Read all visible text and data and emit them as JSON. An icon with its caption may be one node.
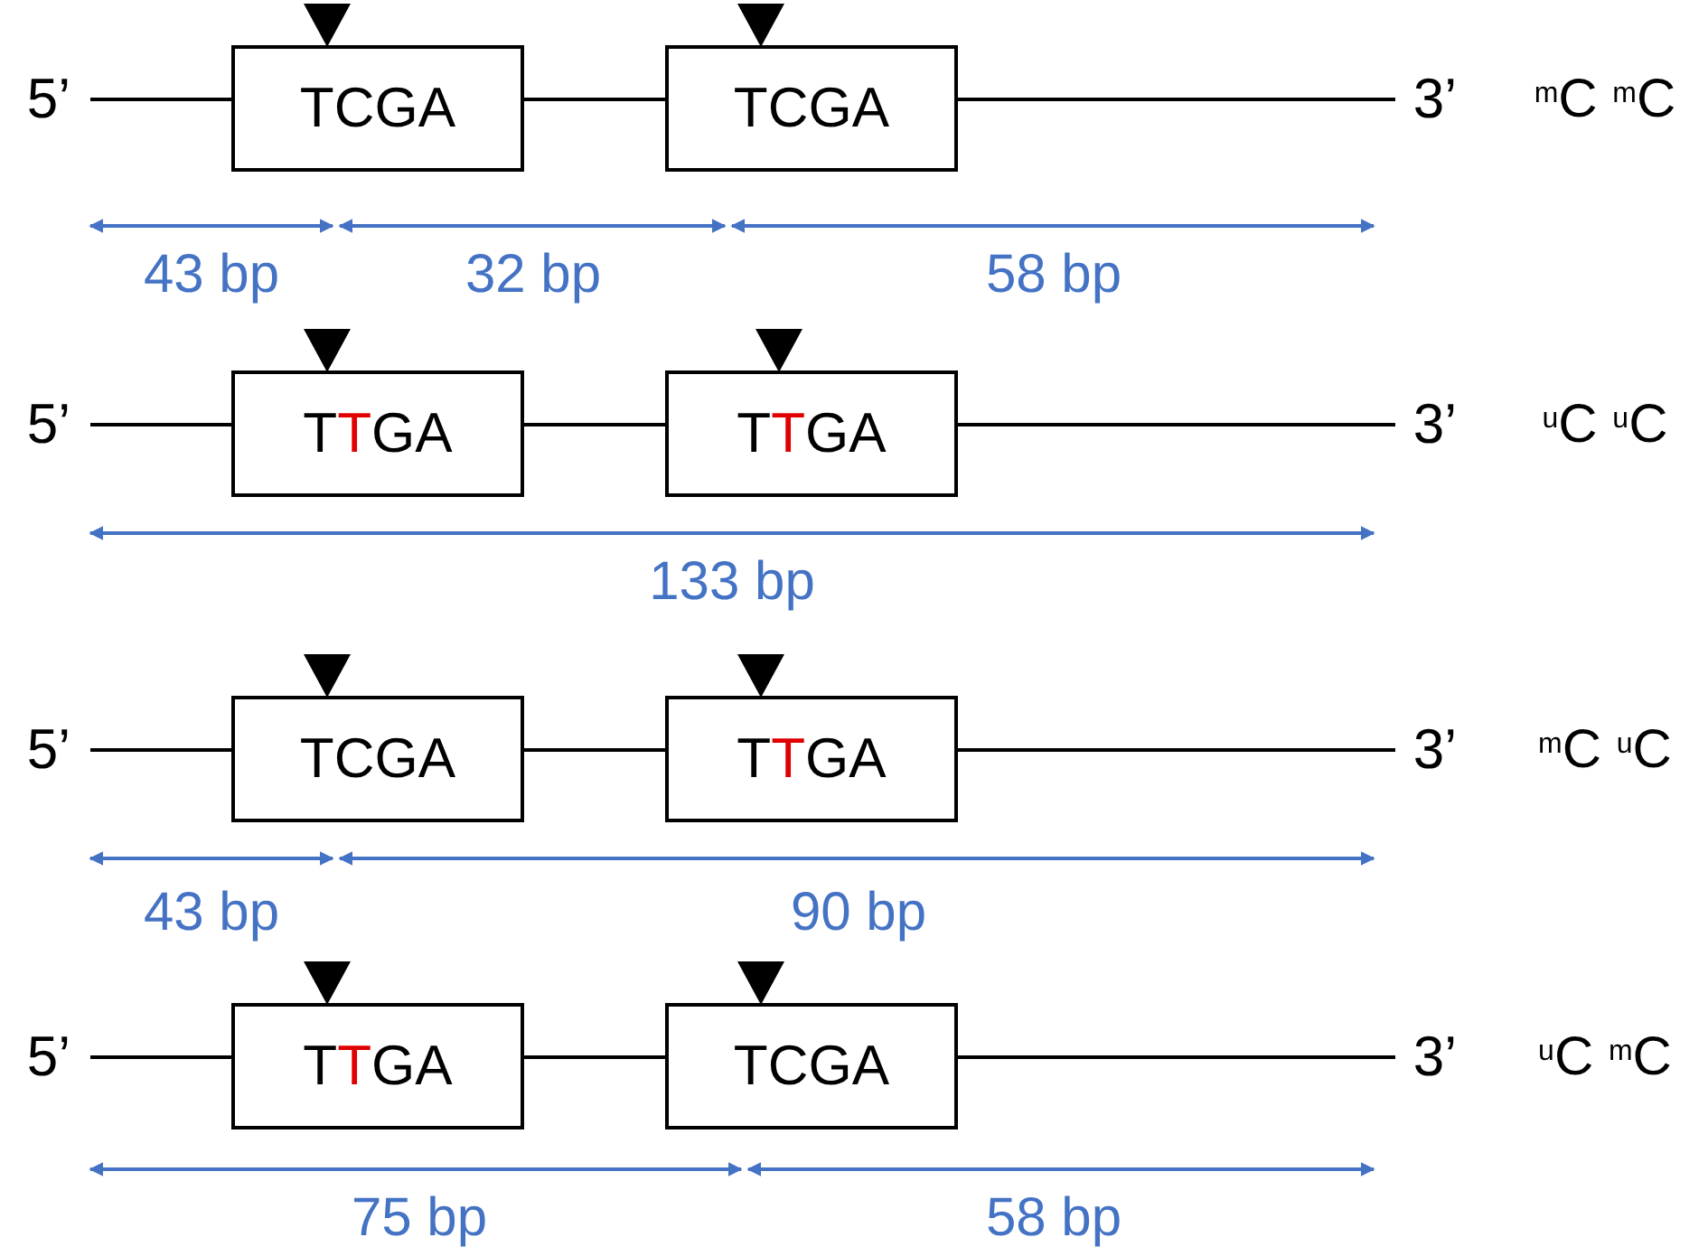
{
  "diagram": {
    "nodes": [
      {
        "text": [
          "5’"
        ]
      },
      {
        "text": [
          "TCGA"
        ]
      },
      {
        "text": [
          "TCGA"
        ]
      },
      {
        "text": [
          "3’"
        ]
      },
      {
        "text": [
          "5’"
        ]
      },
      {
        "text": [
          "TTGA"
        ]
      },
      {
        "text": [
          "TTGA"
        ]
      },
      {
        "text": [
          "3’"
        ]
      },
      {
        "text": [
          "5’"
        ]
      },
      {
        "text": [
          "TCGA"
        ]
      },
      {
        "text": [
          "TTGA"
        ]
      },
      {
        "text": [
          "3’"
        ]
      },
      {
        "text": [
          "5’"
        ]
      },
      {
        "text": [
          "TTGA"
        ]
      },
      {
        "text": [
          "TCGA"
        ]
      },
      {
        "text": [
          "3’"
        ]
      }
    ],
    "edges": [
      {
        "from": 0,
        "to": 1,
        "arrow": "none"
      },
      {
        "from": 1,
        "to": 2,
        "arrow": "none"
      },
      {
        "from": 2,
        "to": 3,
        "arrow": "none"
      },
      {
        "from": 4,
        "to": 5,
        "arrow": "none"
      },
      {
        "from": 5,
        "to": 6,
        "arrow": "none"
      },
      {
        "from": 6,
        "to": 7,
        "arrow": "none"
      },
      {
        "from": 8,
        "to": 9,
        "arrow": "none"
      },
      {
        "from": 9,
        "to": 10,
        "arrow": "none"
      },
      {
        "from": 10,
        "to": 11,
        "arrow": "none"
      },
      {
        "from": 12,
        "to": 13,
        "arrow": "none"
      },
      {
        "from": 13,
        "to": 14,
        "arrow": "none"
      },
      {
        "from": 14,
        "to": 15,
        "arrow": "none"
      }
    ],
    "labels": [
      "$^{m}$C $^{m}$C",
      "43 bp",
      "32 bp",
      "58 bp",
      "$^{u}$C $^{u}$C",
      "133 bp",
      "$^{m}$C $^{u}$C",
      "43 bp",
      "90 bp",
      "$^{u}$C $^{m}$C",
      "75 bp",
      "58 bp"
    ]
  }
}
